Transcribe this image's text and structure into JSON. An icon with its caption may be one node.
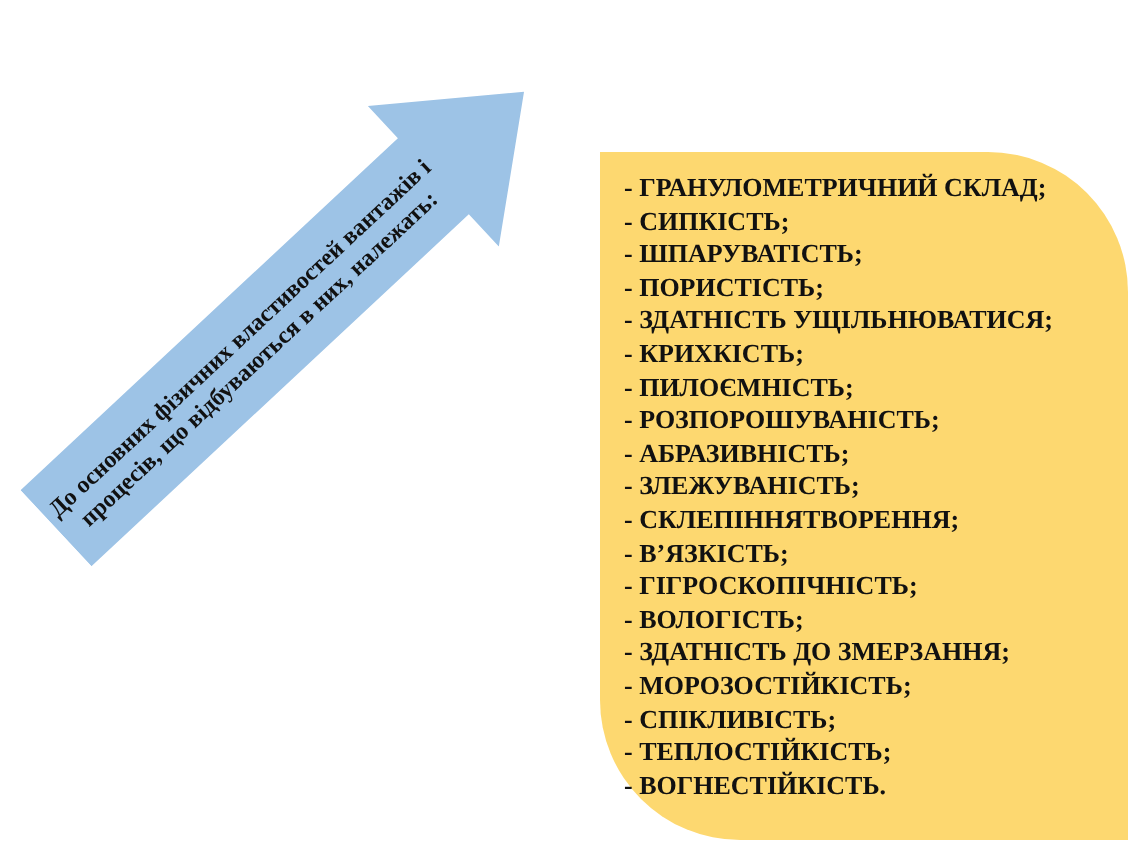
{
  "diagram": {
    "nodes": [
      {
        "text": [
          "До основних фізичних властивостей вантажів і процесів, що відбуваються в них, належать:"
        ]
      },
      {
        "text": [
          "- ГРАНУЛОМЕТРИЧНИЙ СКЛАД;",
          "- СИПКІСТЬ;",
          "- ШПАРУВАТІСТЬ;",
          "- ПОРИСТІСТЬ;",
          "- ЗДАТНІСТЬ УЩІЛЬНЮВАТИСЯ;",
          "- КРИХКІСТЬ;",
          "- ПИЛОЄМНІСТЬ;",
          "- РОЗПОРОШУВАНІСТЬ;",
          "- АБРАЗИВНІСТЬ;",
          "- ЗЛЕЖУВАНІСТЬ;",
          "- СКЛЕПІННЯТВОРЕННЯ;",
          "- В’ЯЗКІСТЬ;",
          "- ГІГРОСКОПІЧНІСТЬ;",
          "- ВОЛОГІСТЬ;",
          "- ЗДАТНІСТЬ ДО ЗМЕРЗАННЯ;",
          "- МОРОЗОСТІЙКІСТЬ;",
          "- СПІКЛИВІСТЬ;",
          "- ТЕПЛОСТІЙКІСТЬ;",
          "- ВОГНЕСТІЙКІСТЬ."
        ]
      }
    ]
  }
}
